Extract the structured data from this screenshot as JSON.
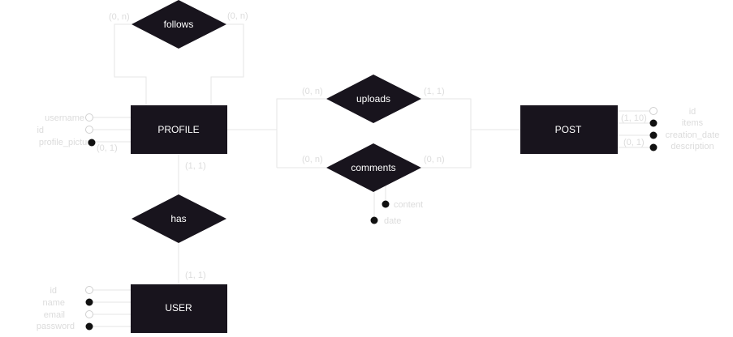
{
  "entities": {
    "profile": {
      "label": "PROFILE"
    },
    "post": {
      "label": "POST"
    },
    "user": {
      "label": "USER"
    }
  },
  "relationships": {
    "follows": {
      "label": "follows",
      "card_left": "(0, n)",
      "card_right": "(0, n)"
    },
    "uploads": {
      "label": "uploads",
      "card_profile": "(0, n)",
      "card_post": "(1, 1)"
    },
    "comments": {
      "label": "comments",
      "card_profile": "(0, n)",
      "card_post": "(0, n)"
    },
    "has": {
      "label": "has",
      "card_profile": "(1, 1)",
      "card_user": "(1, 1)"
    }
  },
  "attributes": {
    "profile": [
      {
        "name": "username",
        "required": false
      },
      {
        "name": "id",
        "required": false
      },
      {
        "name": "profile_picture",
        "required": true,
        "card": "(0, 1)"
      }
    ],
    "post": [
      {
        "name": "id",
        "required": false
      },
      {
        "name": "items",
        "required": true,
        "card": "(1, 10)"
      },
      {
        "name": "creation_date",
        "required": true
      },
      {
        "name": "description",
        "required": true,
        "card": "(0, 1)"
      }
    ],
    "comments": [
      {
        "name": "content",
        "required": true
      },
      {
        "name": "date",
        "required": true
      }
    ],
    "user": [
      {
        "name": "id",
        "required": false
      },
      {
        "name": "name",
        "required": true
      },
      {
        "name": "email",
        "required": false
      },
      {
        "name": "password",
        "required": true
      }
    ]
  },
  "colors": {
    "shape_fill": "#18141d",
    "shape_text": "#ffffff",
    "connector": "#e6e6e6",
    "faint_text": "#dcdcdc",
    "dot_filled": "#111111"
  }
}
